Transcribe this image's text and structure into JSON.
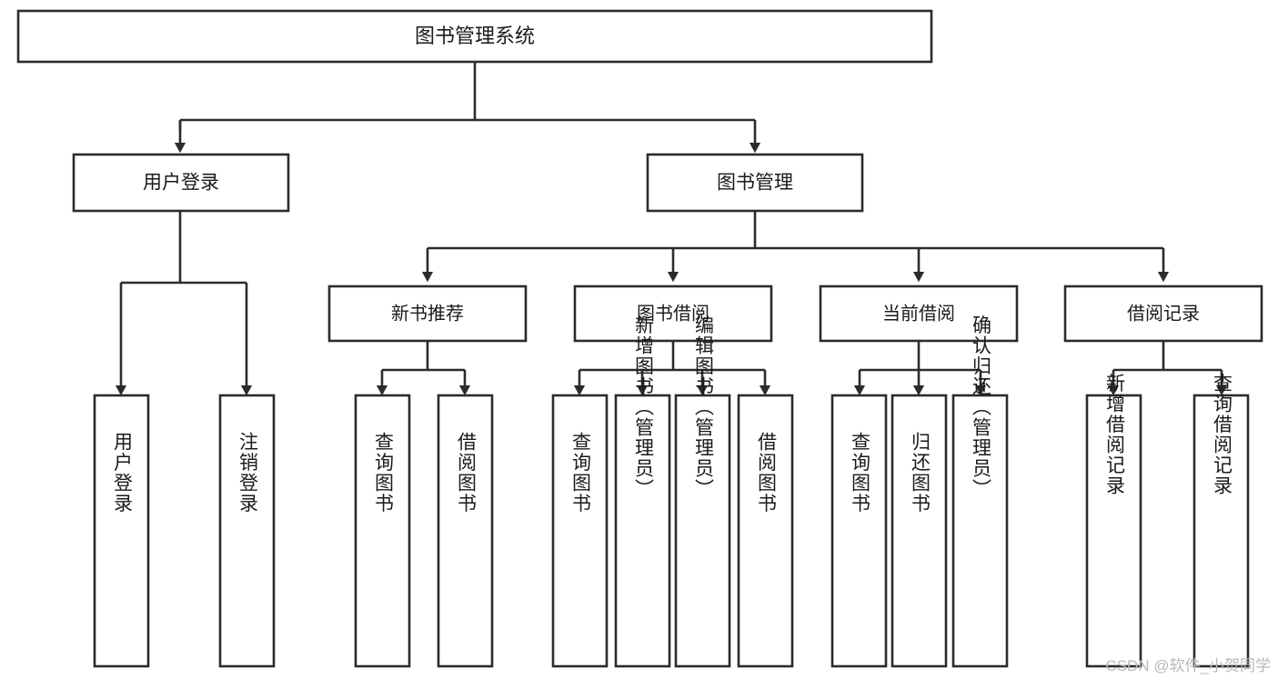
{
  "diagram": {
    "title": "图书管理系统",
    "type": "tree-hierarchy",
    "root": {
      "id": "root",
      "label": "图书管理系统"
    },
    "level2": [
      {
        "id": "user-login",
        "label": "用户登录"
      },
      {
        "id": "book-manage",
        "label": "图书管理"
      }
    ],
    "level3": [
      {
        "id": "new-book-rec",
        "label": "新书推荐",
        "parent": "book-manage"
      },
      {
        "id": "book-borrow",
        "label": "图书借阅",
        "parent": "book-manage"
      },
      {
        "id": "current-borrow",
        "label": "当前借阅",
        "parent": "book-manage"
      },
      {
        "id": "borrow-record",
        "label": "借阅记录",
        "parent": "book-manage"
      }
    ],
    "leaves": {
      "user-login": [
        {
          "id": "leaf-user-login",
          "label": "用户登录"
        },
        {
          "id": "leaf-logout",
          "label": "注销登录"
        }
      ],
      "new-book-rec": [
        {
          "id": "leaf-query-book-1",
          "label": "查询图书"
        },
        {
          "id": "leaf-borrow-book-1",
          "label": "借阅图书"
        }
      ],
      "book-borrow": [
        {
          "id": "leaf-query-book-2",
          "label": "查询图书"
        },
        {
          "id": "leaf-add-book",
          "label": "新增图书（管理员）"
        },
        {
          "id": "leaf-edit-book",
          "label": "编辑图书（管理员）"
        },
        {
          "id": "leaf-borrow-book-2",
          "label": "借阅图书"
        }
      ],
      "current-borrow": [
        {
          "id": "leaf-query-book-3",
          "label": "查询图书"
        },
        {
          "id": "leaf-return-book",
          "label": "归还图书"
        },
        {
          "id": "leaf-confirm-return",
          "label": "确认归还（管理员）"
        }
      ],
      "borrow-record": [
        {
          "id": "leaf-add-record",
          "label": "新增借阅记录"
        },
        {
          "id": "leaf-query-record",
          "label": "查询借阅记录"
        }
      ]
    }
  },
  "watermark": {
    "text": "CSDN @软件_小贺同学"
  },
  "colors": {
    "stroke": "#2b2b2b",
    "fill": "#ffffff",
    "text": "#1a1a1a",
    "watermark": "#b9b9b9"
  }
}
